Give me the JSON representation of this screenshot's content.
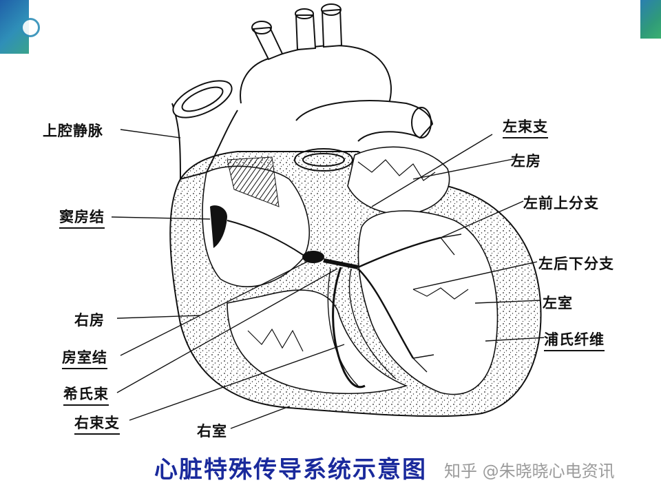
{
  "labels": {
    "svc": "上腔静脉",
    "sa_node": "窦房结",
    "ra": "右房",
    "av_node": "房室结",
    "his": "希氏束",
    "rbb": "右束支",
    "rv": "右室",
    "lbb": "左束支",
    "la": "左房",
    "lafb": "左前上分支",
    "lpfb": "左后下分支",
    "lv": "左室",
    "purkinje": "浦氏纤维"
  },
  "title": "心脏特殊传导系统示意图",
  "watermark": "知乎 @朱晓晓心电资讯",
  "colors": {
    "title": "#1a2a9c",
    "line": "#111111",
    "brand_blue": "#1f5fa8",
    "brand_green": "#3aa38c"
  }
}
